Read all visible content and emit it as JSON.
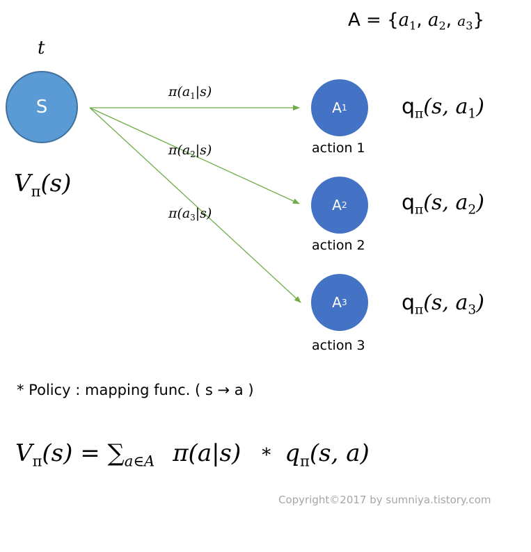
{
  "action_set": {
    "prefix": "A = {",
    "a1": "a",
    "a1_sub": "1",
    "sep1": ", ",
    "a2": "a",
    "a2_sub": "2",
    "sep2": ", ",
    "a3": "a",
    "a3_sub": "3",
    "suffix": "}"
  },
  "time_label": "t",
  "state": {
    "label": "S"
  },
  "state_value": {
    "V": "V",
    "sub": "π",
    "arg": "(s)"
  },
  "policy_labels": [
    {
      "pre": "π(a",
      "sub": "1",
      "post": "|s)"
    },
    {
      "pre": "π(a",
      "sub": "2",
      "post": "|s)"
    },
    {
      "pre": "π(a",
      "sub": "3",
      "post": "|s)"
    }
  ],
  "actions": [
    {
      "node": "A",
      "node_sub": "1",
      "caption": "action 1",
      "q": "q",
      "q_sub": "π",
      "q_arg_pre": "(s, a",
      "q_arg_sub": "1",
      "q_arg_post": ")"
    },
    {
      "node": "A",
      "node_sub": "2",
      "caption": "action 2",
      "q": "q",
      "q_sub": "π",
      "q_arg_pre": "(s, a",
      "q_arg_sub": "2",
      "q_arg_post": ")"
    },
    {
      "node": "A",
      "node_sub": "3",
      "caption": "action 3",
      "q": "q",
      "q_sub": "π",
      "q_arg_pre": "(s, a",
      "q_arg_sub": "3",
      "q_arg_post": ")"
    }
  ],
  "policy_note": "* Policy : mapping func. ( s → a )",
  "equation": {
    "lhs_V": "V",
    "lhs_sub": "π",
    "lhs_arg": "(s)",
    "eq": " = ",
    "sum": "∑",
    "sum_sub": "a∈A",
    "pi": "π(a|s)",
    "times": "*",
    "q": "q",
    "q_sub": "π",
    "q_arg": "(s, a)"
  },
  "copyright": "Copyright©2017 by sumniya.tistory.com",
  "colors": {
    "state_fill": "#5b9bd5",
    "action_fill": "#4472c4",
    "arrow": "#70ad47",
    "copyright": "#a6a6a6"
  }
}
